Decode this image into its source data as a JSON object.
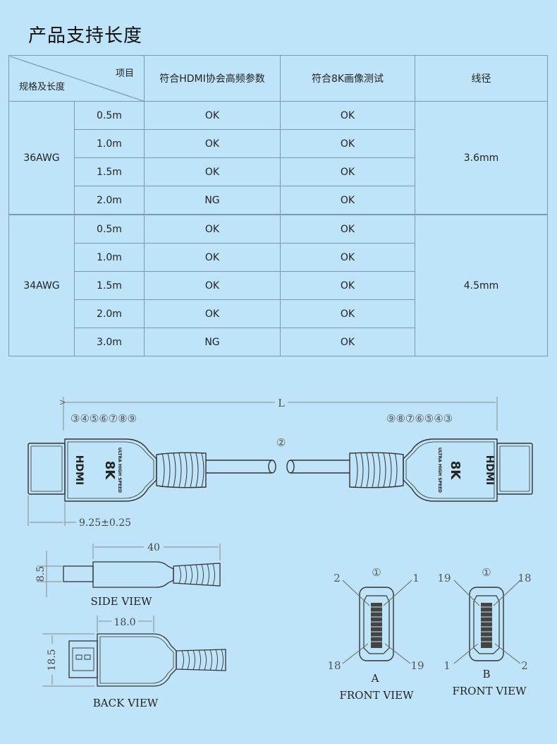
{
  "title": "产品支持长度",
  "table": {
    "corner_top": "项目",
    "corner_bottom": "规格及长度",
    "headers": [
      "符合HDMI协会高频参数",
      "符合8K画像测试",
      "线径"
    ],
    "groups": [
      {
        "gauge": "36AWG",
        "diameter": "3.6mm",
        "rows": [
          {
            "length": "0.5m",
            "hdmi": "OK",
            "test8k": "OK"
          },
          {
            "length": "1.0m",
            "hdmi": "OK",
            "test8k": "OK"
          },
          {
            "length": "1.5m",
            "hdmi": "OK",
            "test8k": "OK"
          },
          {
            "length": "2.0m",
            "hdmi": "NG",
            "test8k": "OK"
          }
        ]
      },
      {
        "gauge": "34AWG",
        "diameter": "4.5mm",
        "rows": [
          {
            "length": "0.5m",
            "hdmi": "OK",
            "test8k": "OK"
          },
          {
            "length": "1.0m",
            "hdmi": "OK",
            "test8k": "OK"
          },
          {
            "length": "1.5m",
            "hdmi": "OK",
            "test8k": "OK"
          },
          {
            "length": "2.0m",
            "hdmi": "OK",
            "test8k": "OK"
          },
          {
            "length": "3.0m",
            "hdmi": "NG",
            "test8k": "OK"
          }
        ]
      }
    ]
  },
  "drawing": {
    "length_label": "L",
    "left_parts": "③④⑤⑥⑦⑧⑨",
    "right_parts": "⑨⑧⑦⑥⑤④③",
    "cable_part": "②",
    "plug_logo": "HDMI",
    "plug_resolution": "8K",
    "plug_tagline": "ULTRA HIGH SPEED",
    "plug_dim": "9.25±0.25",
    "side_view": {
      "label": "SIDE VIEW",
      "length": "40",
      "height": "8.5"
    },
    "back_view": {
      "label": "BACK VIEW",
      "width": "18.0",
      "height": "18.5"
    },
    "front_a": {
      "marker": "①",
      "letter": "A",
      "label": "FRONT VIEW",
      "pin_top_left": "2",
      "pin_top_right": "1",
      "pin_bottom_left": "18",
      "pin_bottom_right": "19"
    },
    "front_b": {
      "marker": "①",
      "letter": "B",
      "label": "FRONT VIEW",
      "pin_top_left": "19",
      "pin_top_right": "18",
      "pin_bottom_left": "1",
      "pin_bottom_right": "2"
    }
  }
}
